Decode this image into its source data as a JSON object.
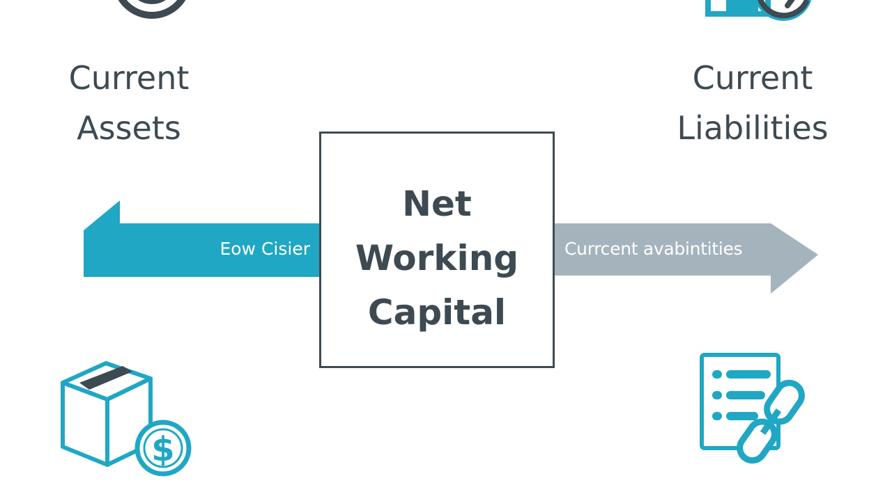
{
  "colors": {
    "teal": "#20a7c4",
    "gray_arrow": "#a5b4bc",
    "dark": "#3d4a52",
    "background": "#ffffff"
  },
  "left_label": {
    "line1": "Current",
    "line2": "Assets"
  },
  "right_label": {
    "line1": "Current",
    "line2": "Liabilities"
  },
  "center_box": {
    "line1": "Net",
    "line2": "Working",
    "line3": "Capital"
  },
  "left_arrow": {
    "text": "Eow Cisier",
    "direction": "left"
  },
  "right_arrow": {
    "text": "Currcent avabintities",
    "direction": "right"
  },
  "icons": {
    "top_left": "clock-icon",
    "top_right": "wallet-icon",
    "bottom_left": "box-dollar-icon",
    "bottom_right": "document-chain-icon"
  }
}
